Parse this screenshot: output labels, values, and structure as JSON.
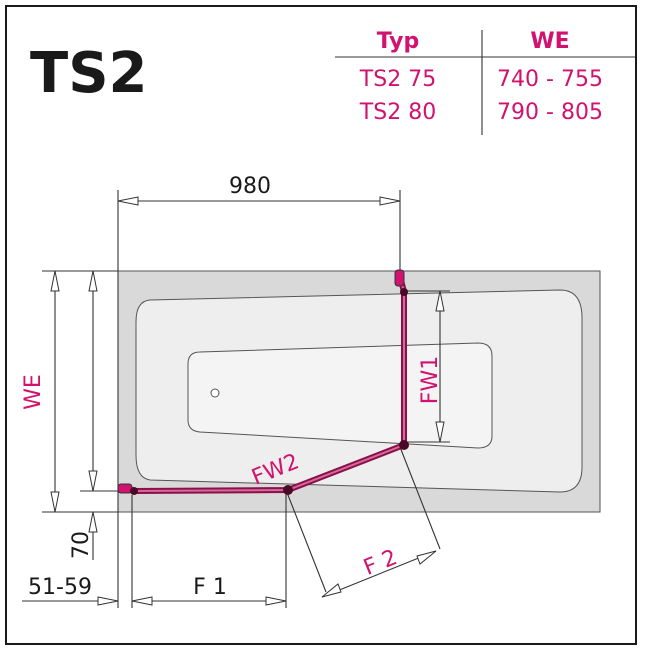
{
  "title": "TS2",
  "table": {
    "headers": [
      "Typ",
      "WE"
    ],
    "rows": [
      [
        "TS2 75",
        "740 - 755"
      ],
      [
        "TS2 80",
        "790 - 805"
      ]
    ]
  },
  "dimensions": {
    "width_top": "980",
    "height_left": "WE",
    "offset_70": "70",
    "offset_left": "51-59",
    "f1": "F 1",
    "f2": "F 2",
    "fw1": "FW1",
    "fw2": "FW2"
  },
  "colors": {
    "accent": "#d1126e",
    "tub_fill": "#d9d9d9",
    "tub_inner": "#eeeeee",
    "screen": "#8c1048",
    "line": "#333333"
  }
}
